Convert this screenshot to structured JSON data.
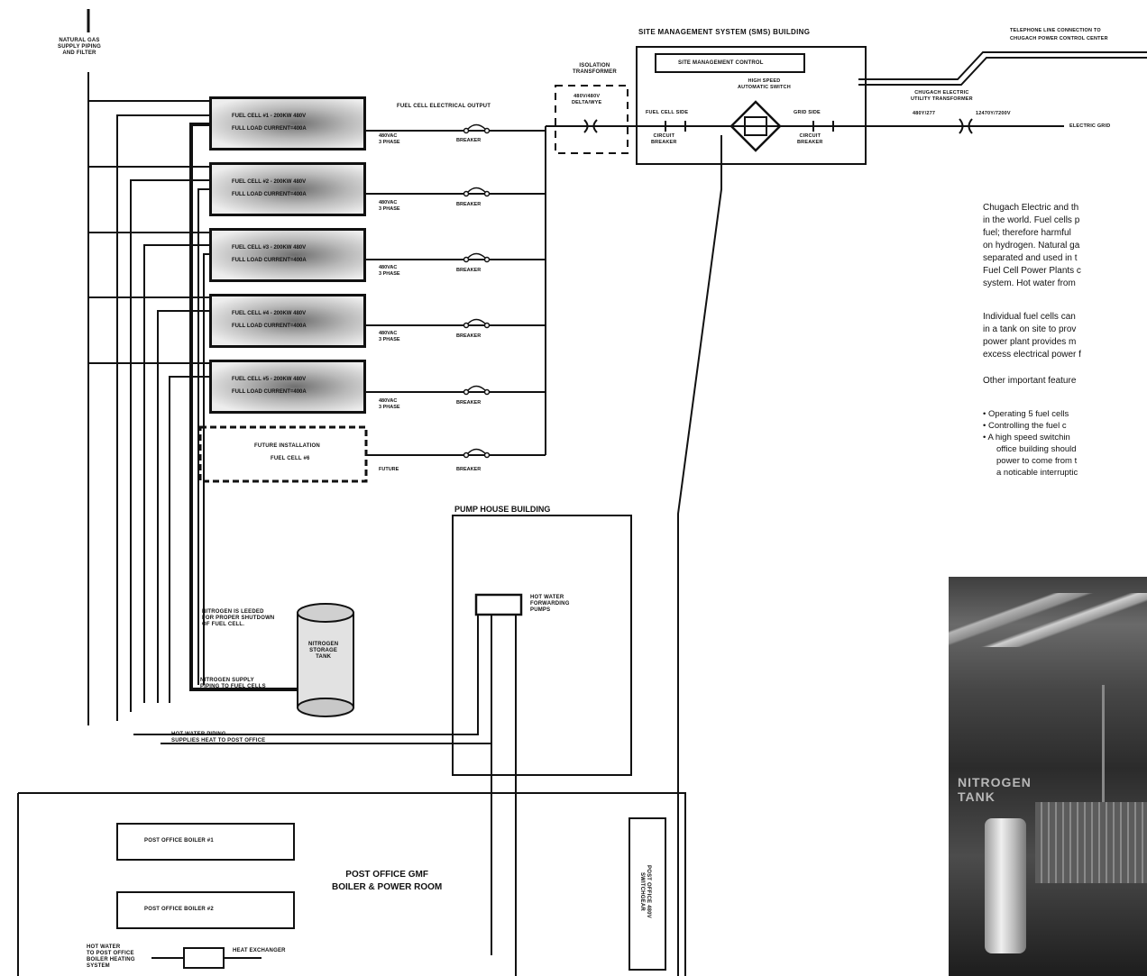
{
  "gas": {
    "label": "NATURAL GAS\nSUPPLY PIPING\nAND FILTER"
  },
  "sms": {
    "title": "SITE MANAGEMENT SYSTEM (SMS) BUILDING",
    "control_label": "SITE MANAGEMENT CONTROL",
    "switch_label": "HIGH SPEED\nAUTOMATIC SWITCH",
    "fuel_cell_side": "FUEL CELL SIDE",
    "grid_side": "GRID SIDE",
    "breaker_left": "CIRCUIT\nBREAKER",
    "breaker_right": "CIRCUIT\nBREAKER"
  },
  "telephone": {
    "label": "TELEPHONE LINE CONNECTION TO\nCHUGACH POWER CONTROL CENTER"
  },
  "utility": {
    "label": "CHUGACH ELECTRIC\nUTILITY TRANSFORMER",
    "primary": "480Y/277",
    "secondary": "12470Y/7200V",
    "grid": "ELECTRIC GRID"
  },
  "isolation": {
    "label": "ISOLATION\nTRANSFORMER",
    "inner": "480V/480V\nDELTA/WYE"
  },
  "output_label": "FUEL CELL ELECTRICAL OUTPUT",
  "fuel_cells": [
    {
      "line1": "FUEL CELL #1 - 200KW 480V",
      "line2": "FULL LOAD CURRENT=400A",
      "phase": "480VAC\n3 PHASE",
      "breaker": "BREAKER"
    },
    {
      "line1": "FUEL CELL #2 - 200KW 480V",
      "line2": "FULL LOAD CURRENT=400A",
      "phase": "480VAC\n3 PHASE",
      "breaker": "BREAKER"
    },
    {
      "line1": "FUEL CELL #3 - 200KW 480V",
      "line2": "FULL LOAD CURRENT=400A",
      "phase": "480VAC\n3 PHASE",
      "breaker": "BREAKER"
    },
    {
      "line1": "FUEL CELL #4 - 200KW 480V",
      "line2": "FULL LOAD CURRENT=400A",
      "phase": "480VAC\n3 PHASE",
      "breaker": "BREAKER"
    },
    {
      "line1": "FUEL CELL #5 - 200KW 480V",
      "line2": "FULL LOAD CURRENT=400A",
      "phase": "480VAC\n3 PHASE",
      "breaker": "BREAKER"
    }
  ],
  "future": {
    "line1": "FUTURE INSTALLATION",
    "line2": "FUEL CELL #6",
    "phase": "FUTURE",
    "breaker": "BREAKER"
  },
  "nitrogen": {
    "note": "NITROGEN IS LEEDED\nFOR PROPER SHUTDOWN\nOF FUEL CELL.",
    "tank": "NITROGEN\nSTORAGE\nTANK",
    "supply": "NITROGEN SUPPLY\nPIPING TO FUEL CELLS"
  },
  "pump_house": {
    "title": "PUMP HOUSE BUILDING",
    "pumps": "HOT WATER\nFORWARDING\nPUMPS"
  },
  "hot_water": {
    "label": "HOT WATER PIPING\nSUPPLIES HEAT TO POST OFFICE"
  },
  "post_office": {
    "title": "POST OFFICE GMF\nBOILER & POWER ROOM",
    "boiler1": "POST OFFICE BOILER #1",
    "boiler2": "POST OFFICE BOILER #2",
    "switchgear": "POST OFFICE 480V\nSWITCHGEAR",
    "hw_label": "HOT WATER\nTO POST OFFICE\nBOILER HEATING\nSYSTEM",
    "hx": "HEAT EXCHANGER"
  },
  "text": {
    "p1": [
      "Chugach Electric and th",
      "in the world. Fuel cells p",
      "fuel; therefore harmful",
      "on hydrogen. Natural ga",
      "separated and used in t",
      "Fuel Cell Power Plants c",
      "system. Hot water from"
    ],
    "p2": [
      "Individual fuel cells can",
      "in a tank on site to prov",
      "power plant provides m",
      "excess electrical power f"
    ],
    "p3": "Other important feature",
    "bullets": [
      "• Operating 5 fuel cells",
      "• Controlling the fuel c",
      "• A high speed switchin"
    ],
    "bullet3_cont": [
      "office building should",
      "power to come from t",
      "a noticable interruptic"
    ]
  },
  "photo": {
    "label": "NITROGEN\nTANK"
  }
}
